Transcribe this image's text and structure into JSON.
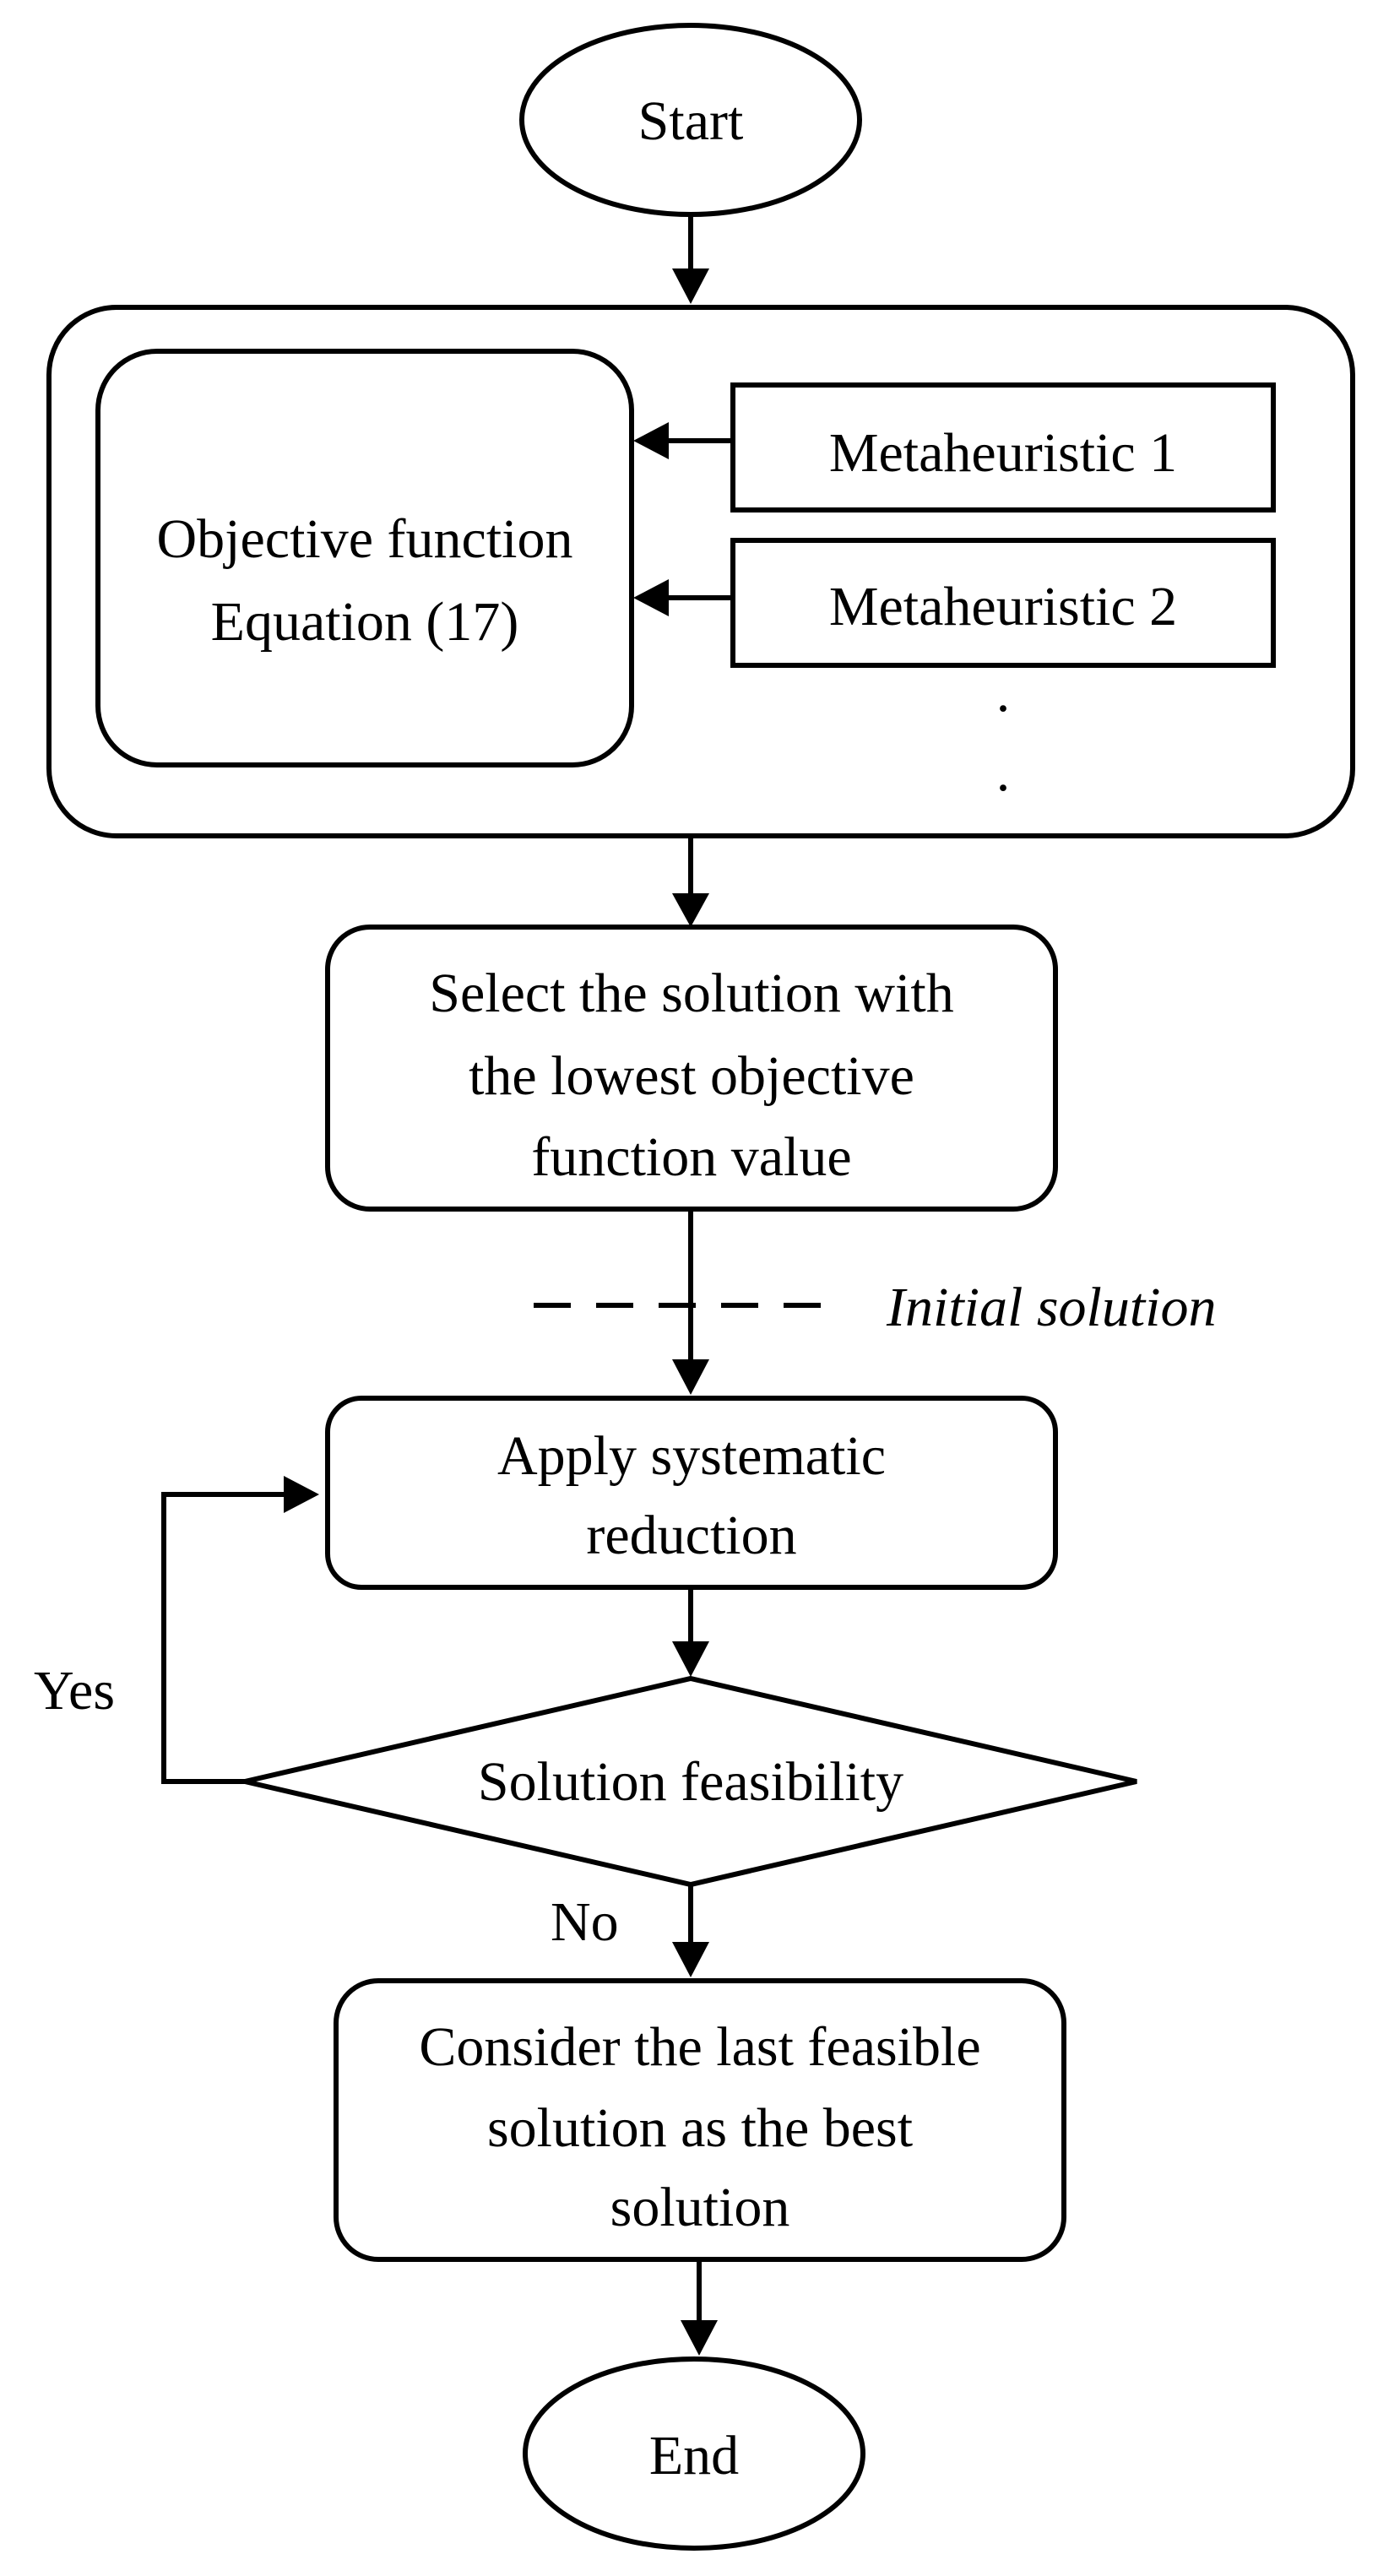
{
  "start_label": "Start",
  "end_label": "End",
  "objective": {
    "line1": "Objective function",
    "line2": "Equation (17)"
  },
  "metaheuristics": [
    "Metaheuristic 1",
    "Metaheuristic 2"
  ],
  "continuation": ".",
  "select": {
    "line1": "Select the solution with",
    "line2": "the lowest objective",
    "line3": "function value"
  },
  "initial_solution_label": "Initial solution",
  "apply": {
    "line1": "Apply systematic",
    "line2": "reduction"
  },
  "decision_label": "Solution feasibility",
  "yes_label": "Yes",
  "no_label": "No",
  "consider": {
    "line1": "Consider the last feasible",
    "line2": "solution as the best",
    "line3": "solution"
  }
}
